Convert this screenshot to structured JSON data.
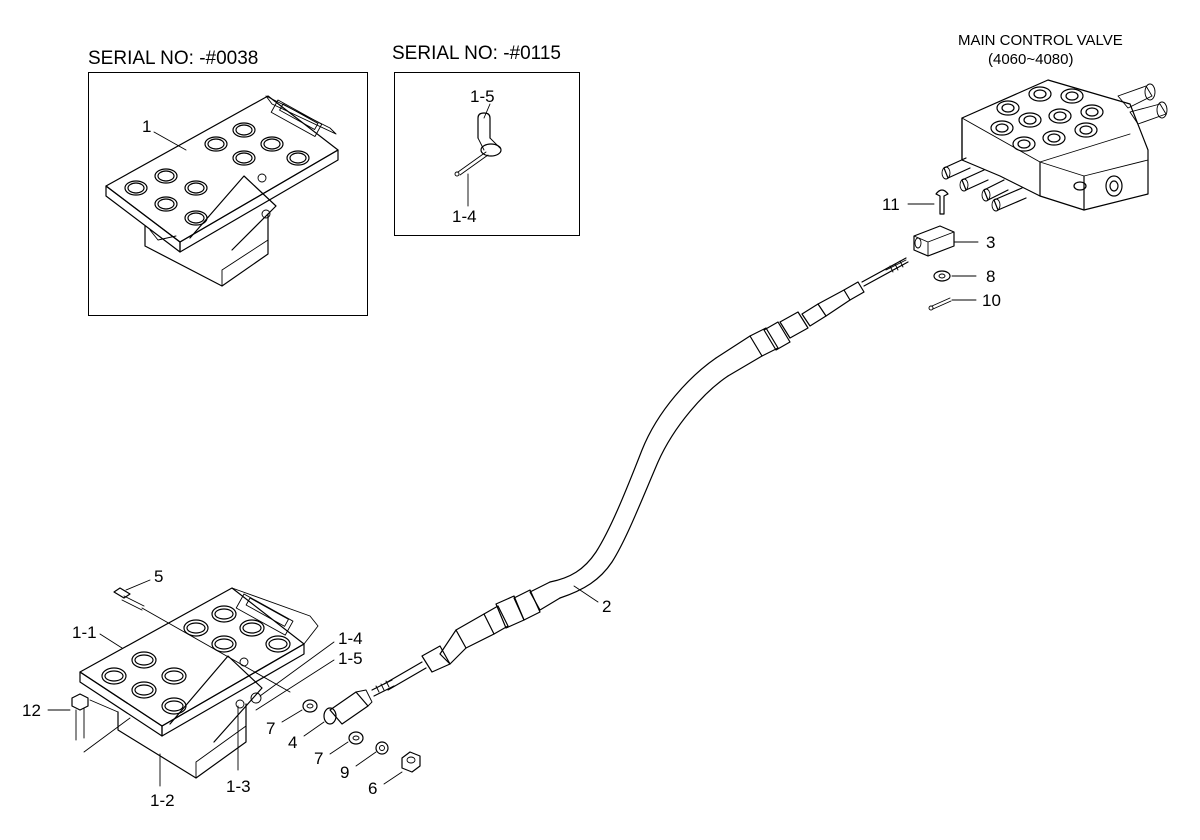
{
  "insets": {
    "left_header": "SERIAL NO: -#0038",
    "right_header": "SERIAL NO: -#0115"
  },
  "valve": {
    "title": "MAIN CONTROL VALVE",
    "models": "(4060~4080)"
  },
  "callouts": {
    "inset_pedal": "1",
    "inset_pin": "1-5",
    "inset_cotter": "1-4",
    "pin_11": "11",
    "clevis_3": "3",
    "washer_8": "8",
    "cotter_10": "10",
    "cable_2": "2",
    "bolt_5": "5",
    "cover_1_1": "1-1",
    "cotter_1_4": "1-4",
    "pin_1_5": "1-5",
    "bolt_12": "12",
    "washer_7a": "7",
    "end_4": "4",
    "washer_7b": "7",
    "washer_9": "9",
    "nut_6": "6",
    "pin_1_3": "1-3",
    "bracket_1_2": "1-2"
  }
}
